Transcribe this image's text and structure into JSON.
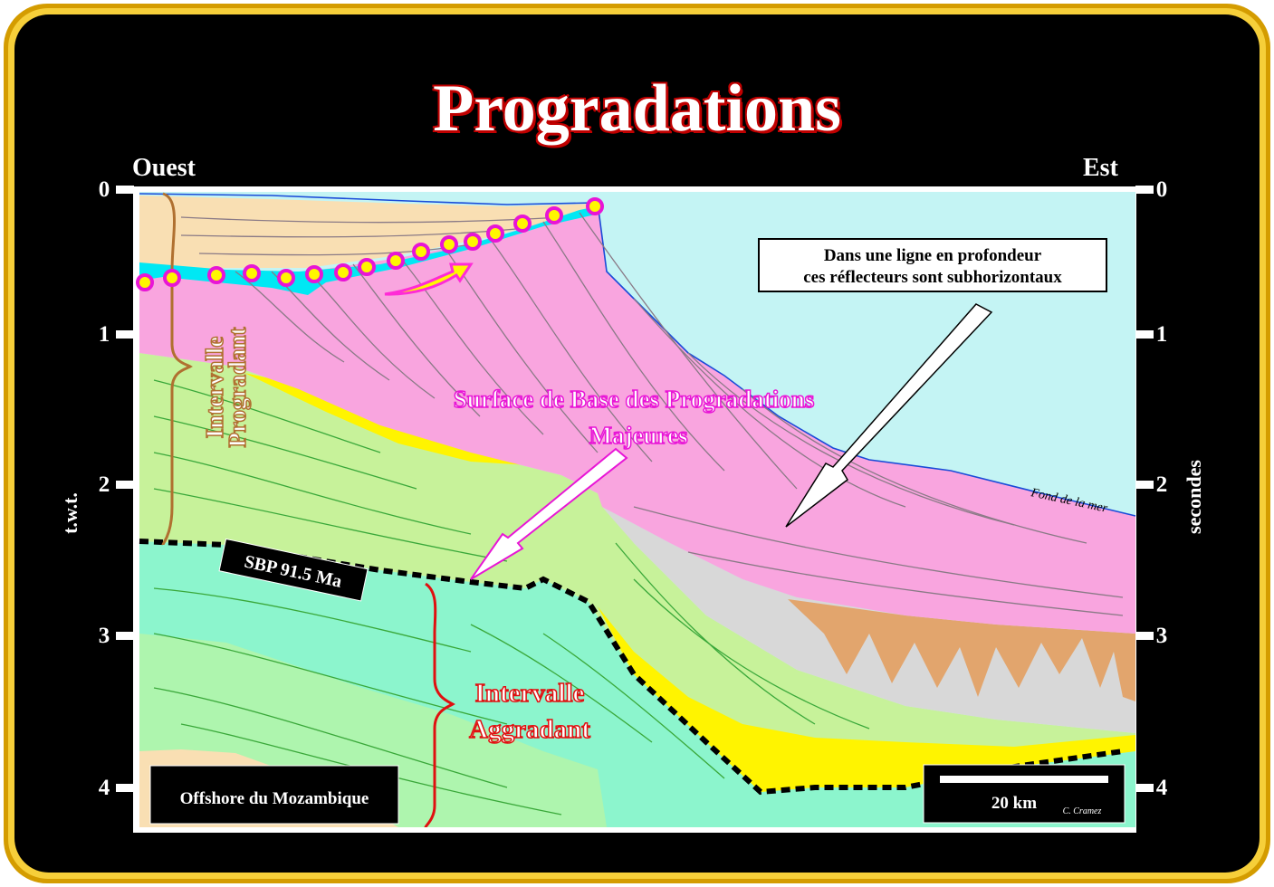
{
  "title": "Progradations",
  "west_label": "Ouest",
  "east_label": "Est",
  "left_axis_label": "t.w.t.",
  "right_axis_label": "secondes",
  "ticks": [
    "0",
    "1",
    "2",
    "3",
    "4"
  ],
  "callout_depth_line1": "Dans une ligne en profondeur",
  "callout_depth_line2": "ces réflecteurs sont subhorizontaux",
  "surface_label_line1": "Surface de Base des Progradations",
  "surface_label_line2": "Majeures",
  "prograding_interval_line1": "Intervalle",
  "prograding_interval_line2": "Progradant",
  "aggrading_interval_line1": "Intervalle",
  "aggrading_interval_line2": "Aggradant",
  "sbp_label": "SBP 91.5 Ma",
  "seafloor_label": "Fond de la mer",
  "location_label": "Offshore du Mozambique",
  "scale_label": "20 km",
  "credit": "C. Cramez",
  "colors": {
    "frame_gold": "#f2c21a",
    "background": "#000000",
    "water": "#c4f4f4",
    "prograding_pink": "#f9a5df",
    "aggrading_teal": "#8cf5cd",
    "green_unit": "#c7f29a",
    "yellow_unit": "#fff400",
    "shelf_beige": "#f9dfb3",
    "grey_unit": "#d8d8d8",
    "orange_unit": "#e2a56d",
    "shelf_edge_cyan": "#00e8f4"
  }
}
